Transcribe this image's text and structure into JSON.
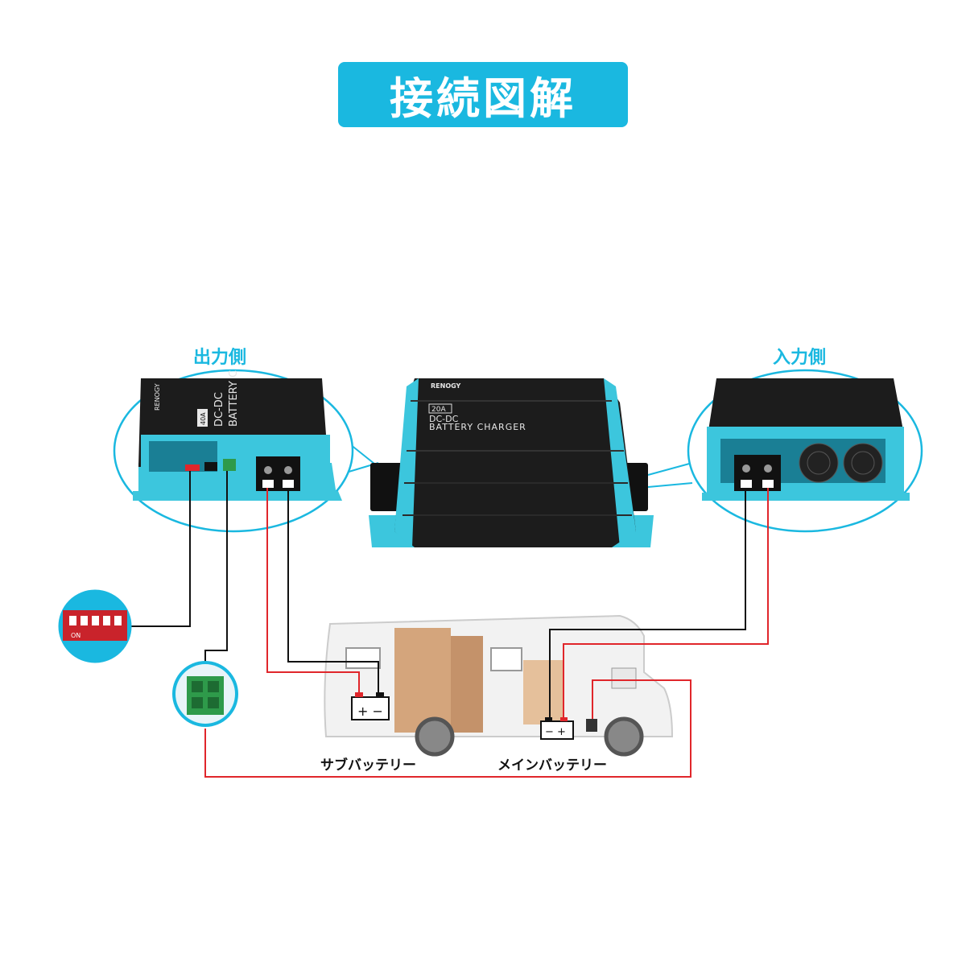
{
  "title": "接続図解",
  "labels": {
    "output_side": "出力側",
    "input_side": "入力側",
    "sub_battery": "サブバッテリー",
    "main_battery": "メインバッテリー"
  },
  "product": {
    "brand": "RENOGY",
    "rating": "20A",
    "line1": "DC-DC",
    "line2": "BATTERY CHARGER"
  },
  "detail_unit": {
    "rating": "40A",
    "line1": "DC-DC",
    "line2": "BATTERY C"
  },
  "dip_label": "ON",
  "colors": {
    "accent": "#1ab8e0",
    "wire_red": "#e0262b",
    "wire_black": "#111111",
    "unit_body": "#1c1c1c",
    "connector_green": "#2e9a4a"
  }
}
